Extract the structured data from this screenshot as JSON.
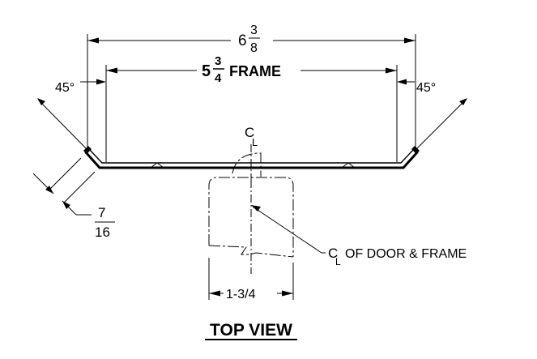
{
  "dimensions": {
    "overall_whole": "6",
    "overall_num": "3",
    "overall_den": "8",
    "frame_whole": "5",
    "frame_num": "3",
    "frame_den": "4",
    "frame_label": "FRAME",
    "angle_left": "45°",
    "angle_right": "45°",
    "return_num": "7",
    "return_den": "16",
    "door_thickness": "1-3/4"
  },
  "labels": {
    "centerline_symbol": "C",
    "centerline_sub": "L",
    "centerline_note_symbol": "C",
    "centerline_note_sub": "L",
    "centerline_note_text": "OF DOOR & FRAME",
    "view_title": "TOP VIEW"
  }
}
